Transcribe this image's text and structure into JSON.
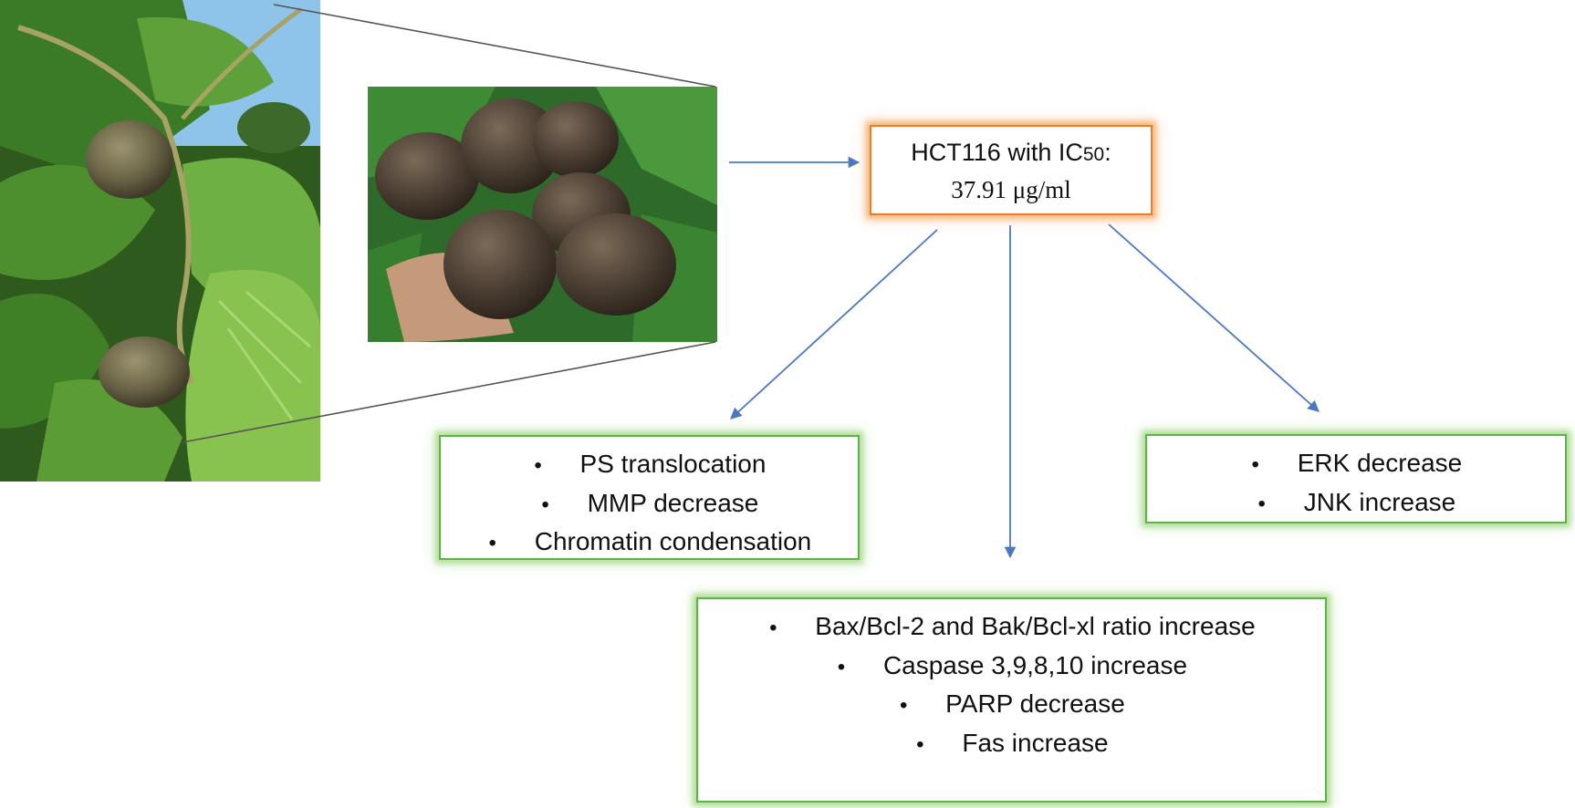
{
  "images": {
    "vine_photo": "Climbing yam vine with aerial bulbils among green leaves",
    "tuber_photo": "Hand holding a cluster of brown aerial yam bulbils"
  },
  "ic50_box": {
    "line1_prefix": "HCT116 with IC",
    "line1_sub": "50",
    "line1_suffix": ":",
    "line2": "37.91 μg/ml"
  },
  "left_box": {
    "items": [
      "PS translocation",
      "MMP decrease",
      "Chromatin condensation"
    ]
  },
  "right_box": {
    "items": [
      "ERK decrease",
      "JNK increase"
    ]
  },
  "bottom_box": {
    "items": [
      "Bax/Bcl-2 and Bak/Bcl-xl ratio increase",
      "Caspase 3,9,8,10 increase",
      "PARP decrease",
      "Fas increase"
    ]
  },
  "colors": {
    "arrow": "#4a78c2",
    "ic50_border": "#e97d2a",
    "result_border": "#5cb446",
    "zoom_line": "#555555"
  }
}
